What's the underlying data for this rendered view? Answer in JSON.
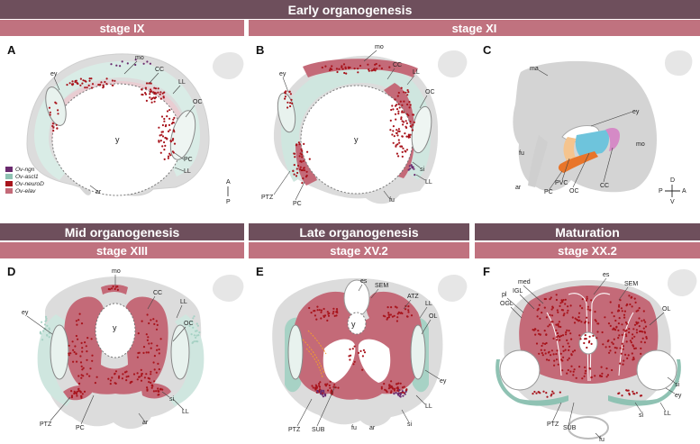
{
  "headers": {
    "early": "Early organogenesis",
    "mid": "Mid organogenesis",
    "late": "Late organogenesis",
    "maturation": "Maturation"
  },
  "stages": {
    "ix": "stage IX",
    "xi": "stage XI",
    "xiii": "stage XIII",
    "xv2": "stage XV.2",
    "xx2": "stage XX.2"
  },
  "panels": {
    "a": "A",
    "b": "B",
    "c": "C",
    "d": "D",
    "e": "E",
    "f": "F"
  },
  "legend": [
    {
      "label": "Ov-ngn",
      "color": "#6a2a6e"
    },
    {
      "label": "Ov-ascl1",
      "color": "#8fc2b3"
    },
    {
      "label": "Ov-neuroD",
      "color": "#a8141c"
    },
    {
      "label": "Ov-elav",
      "color": "#c46a78"
    }
  ],
  "labels_a": {
    "ey": "ey",
    "mo": "mo",
    "cc": "CC",
    "ll": "LL",
    "oc": "OC",
    "y": "y",
    "pc": "PC",
    "ll2": "LL",
    "ar": "ar"
  },
  "axis_a": {
    "a": "A",
    "p": "P"
  },
  "labels_b": {
    "ey": "ey",
    "mo": "mo",
    "cc": "CC",
    "ll": "LL",
    "oc": "OC",
    "y": "y",
    "ptz": "PTZ",
    "pc": "PC",
    "si": "si",
    "ll2": "LL",
    "fu": "fu"
  },
  "labels_c": {
    "ma": "ma",
    "ey": "ey",
    "fu": "fu",
    "mo": "mo",
    "ar": "ar",
    "pc": "PC",
    "pvc": "PVC",
    "oc": "OC",
    "cc": "CC"
  },
  "axis_c": {
    "d": "D",
    "v": "V",
    "p": "P",
    "a": "A"
  },
  "labels_d": {
    "mo": "mo",
    "cc": "CC",
    "ll": "LL",
    "ey": "ey",
    "oc": "OC",
    "y": "y",
    "ptz": "PTZ",
    "pc": "PC",
    "si": "si",
    "ll2": "LL",
    "ar": "ar"
  },
  "labels_e": {
    "es": "es",
    "sem": "SEM",
    "atz": "ATZ",
    "ll": "LL",
    "ol": "OL",
    "y": "y",
    "ey": "ey",
    "ptz": "PTZ",
    "sub": "SUB",
    "fu": "fu",
    "ar": "ar",
    "si": "si",
    "ll2": "LL"
  },
  "labels_f": {
    "med": "med",
    "es": "es",
    "sem": "SEM",
    "igl": "IGL",
    "pl": "pl",
    "ogl": "OGL",
    "ol": "OL",
    "si": "si",
    "ey": "ey",
    "ptz": "PTZ",
    "sub": "SUB",
    "si2": "si",
    "ll": "LL",
    "fu": "fu"
  },
  "colors": {
    "header_dark": "#6e4f5c",
    "header_pink": "#c0727f",
    "elav": "#c46a78",
    "neurod": "#a8141c",
    "ascl1": "#8fc2b3",
    "body_gray": "#dcdcdc"
  }
}
